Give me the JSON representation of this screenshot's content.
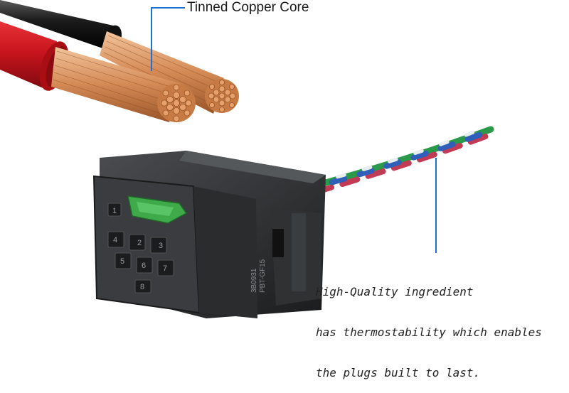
{
  "callout": {
    "label": "Tinned Copper Core",
    "line_color": "#1f6fd0"
  },
  "description": {
    "lines": [
      "High-Quality ingredient",
      "has thermostability which enables",
      "the plugs built to last."
    ],
    "line_color": "#1f6fd0"
  },
  "connector": {
    "pin_numbers": [
      "1",
      "2",
      "3",
      "4",
      "5",
      "6",
      "7",
      "8"
    ],
    "part_marking_1": "3B0931",
    "part_marking_2": "PBT-GF15"
  },
  "colors": {
    "red_cable": "#c8141c",
    "black_cable": "#1c1c1c",
    "copper": "#d48a55",
    "connector_body": "#2e3032",
    "latch_green": "#3faa4a"
  }
}
